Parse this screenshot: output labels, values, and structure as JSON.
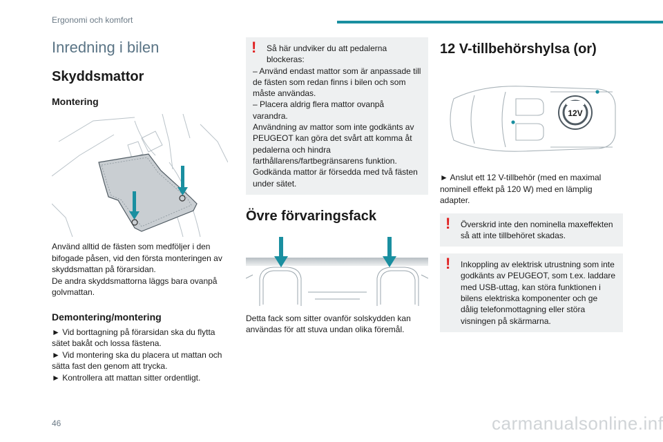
{
  "header": {
    "section": "Ergonomi och komfort"
  },
  "col1": {
    "section_title": "Inredning i bilen",
    "heading": "Skyddsmattor",
    "sub1": "Montering",
    "para1": [
      "Använd alltid de fästen som medföljer i den bifogade påsen, vid den första monteringen av skyddsmattan på förarsidan.",
      "De andra skyddsmattorna läggs bara ovanpå golvmattan."
    ],
    "sub2": "Demontering/montering",
    "steps": [
      "► Vid borttagning på förarsidan ska du flytta sätet bakåt och lossa fästena.",
      "► Vid montering ska du placera ut mattan och sätta fast den genom att trycka.",
      "► Kontrollera att mattan sitter ordentligt."
    ]
  },
  "col2": {
    "warning_mark": "!",
    "warning_lines": [
      "Så här undviker du att pedalerna blockeras:",
      "– Använd endast mattor som är anpassade till de fästen som redan finns i bilen och som måste användas.",
      "– Placera aldrig flera mattor ovanpå varandra.",
      "Användning av mattor som inte godkänts av PEUGEOT kan göra det svårt att komma åt pedalerna och hindra farthållarens/fartbegränsarens funktion.",
      "Godkända mattor är försedda med två fästen under sätet."
    ],
    "heading": "Övre förvaringsfack",
    "para": "Detta fack som sitter ovanför solskydden kan användas för att stuva undan olika föremål."
  },
  "col3": {
    "heading": "12 V-tillbehörshylsa (or)",
    "socket_label": "12V",
    "para": "► Anslut ett 12 V-tillbehör (med en maximal nominell effekt på 120 W) med en lämplig adapter.",
    "warning1": "Överskrid inte den nominella maxeffekten så att inte tillbehöret skadas.",
    "warning2": "Inkoppling av elektrisk utrustning som inte godkänts av PEUGEOT, som t.ex. laddare med USB-uttag, kan störa funktionen i bilens elektriska komponenter och ge dålig telefonmottagning eller störa visningen på skärmarna.",
    "warning_mark": "!"
  },
  "footer": {
    "page_number": "46",
    "watermark": "carmanualsonline.info"
  },
  "colors": {
    "accent": "#1a8fa0",
    "warning": "#e02020",
    "section_title": "#5a7485",
    "warning_bg": "#eef0f1"
  }
}
